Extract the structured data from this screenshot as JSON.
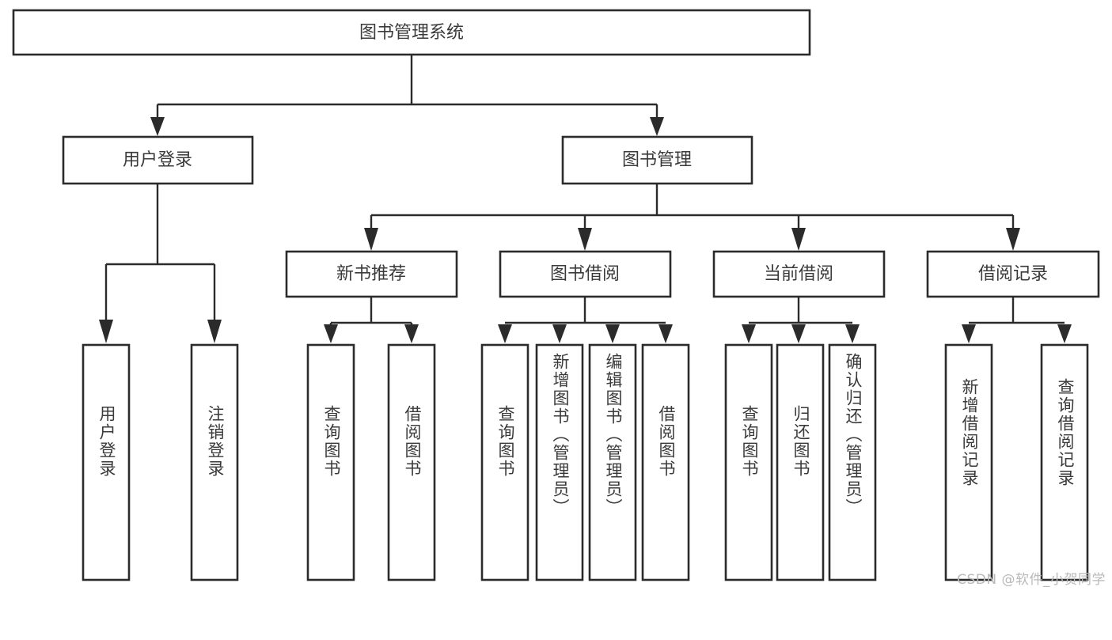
{
  "diagram": {
    "title": "图书管理系统",
    "type": "tree",
    "watermark": "CSDN @软件_小贺同学",
    "colors": {
      "box_stroke": "#2b2b2b",
      "box_fill": "#ffffff",
      "text": "#3a3a3a",
      "background": "#ffffff",
      "watermark": "#b9b9b9"
    },
    "root": {
      "label": "图书管理系统"
    },
    "level2": [
      {
        "label": "用户登录"
      },
      {
        "label": "图书管理"
      }
    ],
    "level3": [
      {
        "label": "新书推荐"
      },
      {
        "label": "图书借阅"
      },
      {
        "label": "当前借阅"
      },
      {
        "label": "借阅记录"
      }
    ],
    "leaves": {
      "user_login": [
        {
          "label": "用户登录"
        },
        {
          "label": "注销登录"
        }
      ],
      "new_book": [
        {
          "label": "查询图书"
        },
        {
          "label": "借阅图书"
        }
      ],
      "borrow_book": [
        {
          "label": "查询图书"
        },
        {
          "label": "新增图书（管理员）"
        },
        {
          "label": "编辑图书（管理员）"
        },
        {
          "label": "借阅图书"
        }
      ],
      "current_borrow": [
        {
          "label": "查询图书"
        },
        {
          "label": "归还图书"
        },
        {
          "label": "确认归还（管理员）"
        }
      ],
      "borrow_record": [
        {
          "label": "新增借阅记录"
        },
        {
          "label": "查询借阅记录"
        }
      ]
    }
  }
}
